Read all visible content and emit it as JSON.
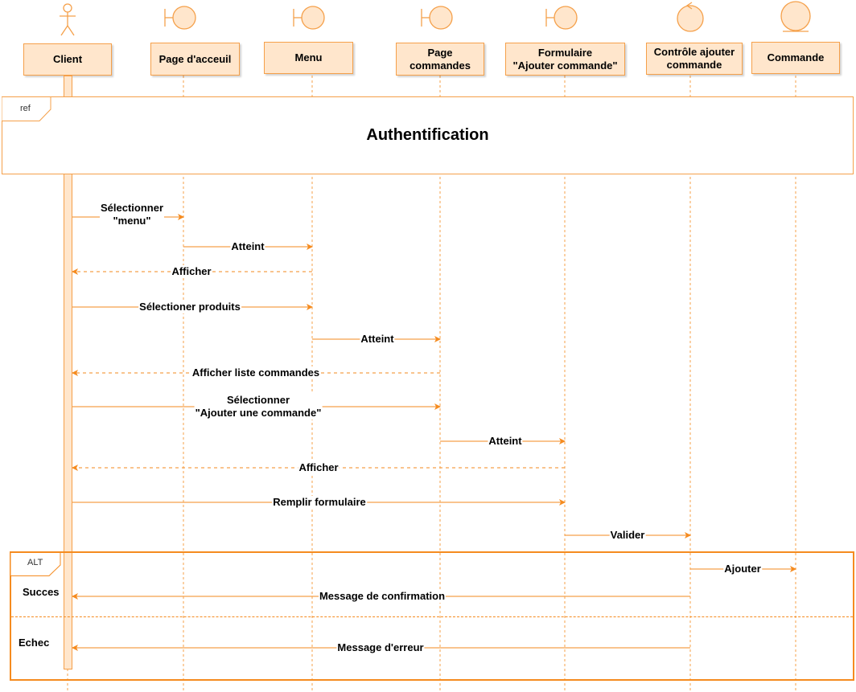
{
  "colors": {
    "stroke": "#f5a04a",
    "fill": "#ffe6cc",
    "frame": "#f58b1f",
    "lifeline": "#f5a04a"
  },
  "lifelines": [
    {
      "id": "client",
      "label": "Client",
      "icon": "actor-icon"
    },
    {
      "id": "accueil",
      "label": "Page d'acceuil",
      "icon": "boundary-icon"
    },
    {
      "id": "menu",
      "label": "Menu",
      "icon": "boundary-icon"
    },
    {
      "id": "commandes",
      "label": "Page\ncommandes",
      "icon": "boundary-icon"
    },
    {
      "id": "formulaire",
      "label": "Formulaire\n\"Ajouter commande\"",
      "icon": "boundary-icon"
    },
    {
      "id": "controle",
      "label": "Contrôle ajouter\ncommande",
      "icon": "control-icon"
    },
    {
      "id": "commande",
      "label": "Commande",
      "icon": "entity-icon"
    }
  ],
  "ref_frame": {
    "tag": "ref",
    "title": "Authentification"
  },
  "messages": [
    {
      "label": "Sélectionner\n\"menu\"",
      "from": "client",
      "to": "accueil",
      "dashed": false
    },
    {
      "label": "Atteint",
      "from": "accueil",
      "to": "menu",
      "dashed": false
    },
    {
      "label": "Afficher",
      "from": "menu",
      "to": "client",
      "dashed": true
    },
    {
      "label": "Sélectioner produits",
      "from": "client",
      "to": "menu",
      "dashed": false
    },
    {
      "label": "Atteint",
      "from": "menu",
      "to": "commandes",
      "dashed": false
    },
    {
      "label": "Afficher liste commandes",
      "from": "commandes",
      "to": "client",
      "dashed": true
    },
    {
      "label": "Sélectionner\n\"Ajouter une commande\"",
      "from": "client",
      "to": "commandes",
      "dashed": false
    },
    {
      "label": "Atteint",
      "from": "commandes",
      "to": "formulaire",
      "dashed": false
    },
    {
      "label": "Afficher",
      "from": "formulaire",
      "to": "client",
      "dashed": true
    },
    {
      "label": "Remplir formulaire",
      "from": "client",
      "to": "formulaire",
      "dashed": false
    },
    {
      "label": "Valider",
      "from": "formulaire",
      "to": "controle",
      "dashed": false
    },
    {
      "label": "Ajouter",
      "from": "controle",
      "to": "commande",
      "dashed": false
    },
    {
      "label": "Message de confirmation",
      "from": "controle",
      "to": "client",
      "dashed": false
    },
    {
      "label": "Message d'erreur",
      "from": "controle",
      "to": "client",
      "dashed": false
    }
  ],
  "alt_frame": {
    "tag": "ALT",
    "guards": [
      "Succes",
      "Echec"
    ]
  }
}
